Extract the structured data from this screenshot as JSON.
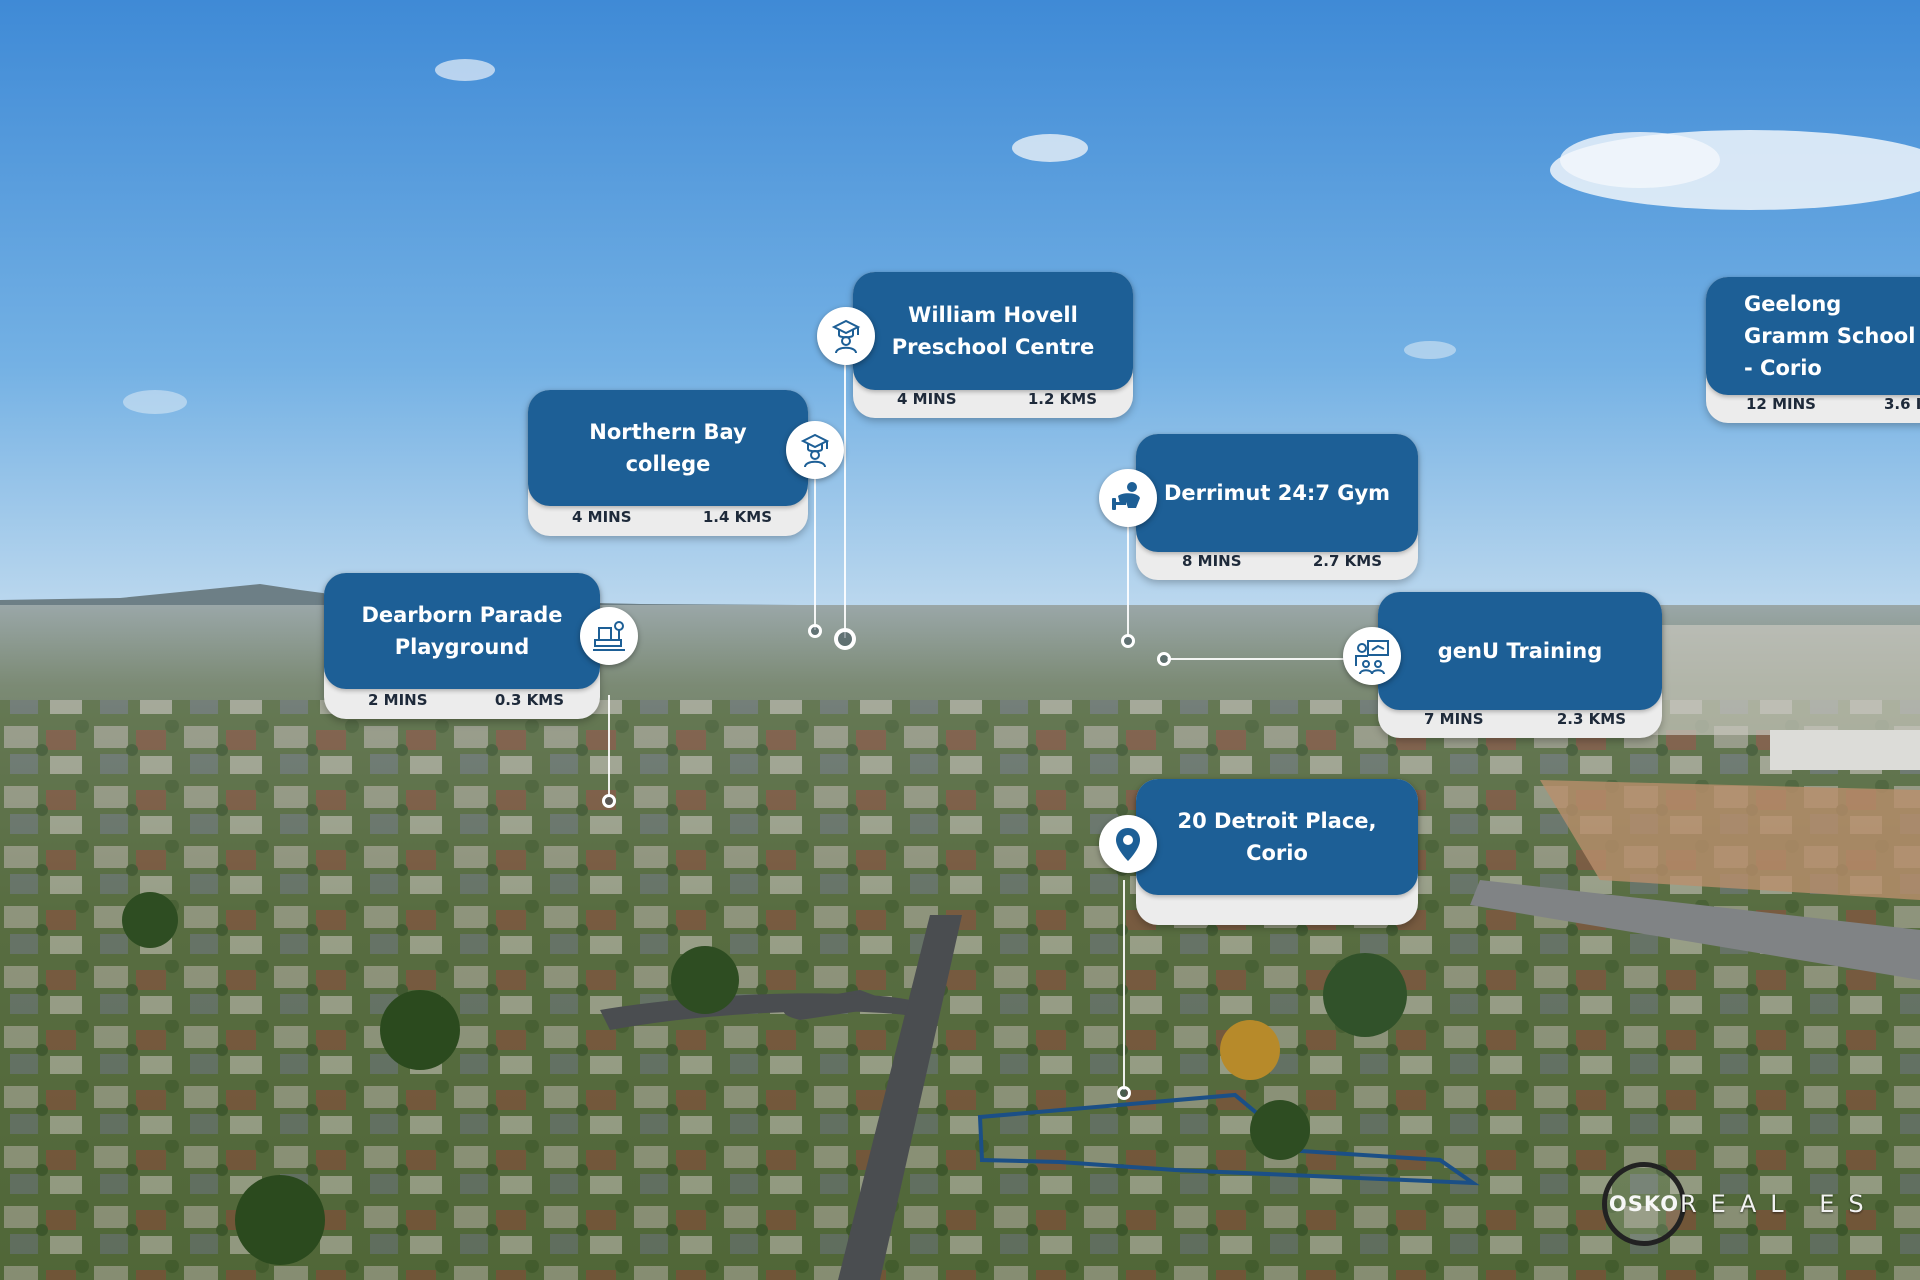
{
  "points_of_interest": [
    {
      "id": "william-hovell",
      "title": "William Hovell Preschool Centre",
      "time": "4 MINS",
      "distance": "1.2 KMS",
      "icon": "graduation-cap-icon"
    },
    {
      "id": "northern-bay",
      "title": "Northern Bay college",
      "time": "4 MINS",
      "distance": "1.4 KMS",
      "icon": "graduation-cap-icon"
    },
    {
      "id": "derrimut",
      "title": "Derrimut 24:7 Gym",
      "time": "8 MINS",
      "distance": "2.7 KMS",
      "icon": "gym-icon"
    },
    {
      "id": "dearborn",
      "title": "Dearborn Parade Playground",
      "time": "2 MINS",
      "distance": "0.3 KMS",
      "icon": "playground-icon"
    },
    {
      "id": "genu",
      "title": "genU Training",
      "time": "7 MINS",
      "distance": "2.3 KMS",
      "icon": "training-icon"
    },
    {
      "id": "geelong",
      "title": "Geelong Gramm School - Corio",
      "time": "12 MINS",
      "distance": "3.6 I",
      "icon": "none"
    }
  ],
  "property": {
    "address": "20 Detroit Place, Corio",
    "icon": "location-pin-icon"
  },
  "logo": {
    "mark": "OSKO",
    "word": "REAL ES"
  },
  "colors": {
    "card_blue": "#1d5f96",
    "card_grey": "#ececec",
    "sky": "#5aa0dd",
    "boundary": "#1b4f86"
  }
}
